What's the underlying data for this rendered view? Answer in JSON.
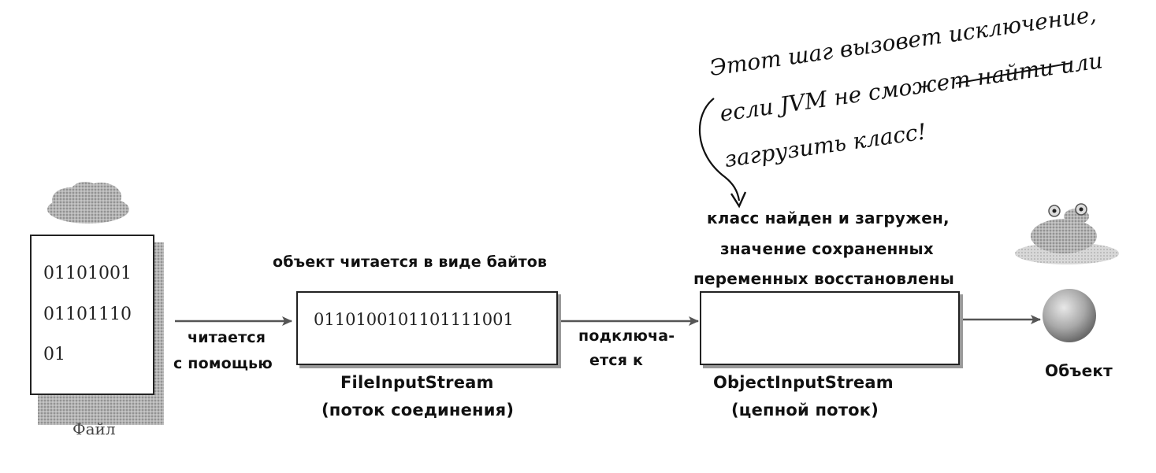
{
  "file": {
    "bytes_line1": "01101001",
    "bytes_line2": "01101110",
    "bytes_line3": "01",
    "caption": "Файл"
  },
  "arrow1_label_line1": "читается",
  "arrow1_label_line2": "с помощью",
  "fis": {
    "top_label": "объект читается в виде байтов",
    "bytes": "0110100101101111001",
    "name": "FileInputStream",
    "role": "(поток соединения)"
  },
  "arrow2_label_line1": "подключа-",
  "arrow2_label_line2": "ется к",
  "ois": {
    "top_label_line1": "класс найден и загружен,",
    "top_label_line2": "значение сохраненных",
    "top_label_line3": "переменных восстановлены",
    "name": "ObjectInputStream",
    "role": "(цепной поток)"
  },
  "object_caption": "Объект",
  "note": {
    "line1_prefix": "Этот шаг вызовет ",
    "line1_underlined": "исключение",
    "line1_suffix": ",",
    "line2": "если JVM не сможет найти или",
    "line3": "загрузить класс!"
  },
  "colors": {
    "ink": "#111111",
    "shadow": "#9a9a9a",
    "cloud": "#9c9c9c"
  }
}
